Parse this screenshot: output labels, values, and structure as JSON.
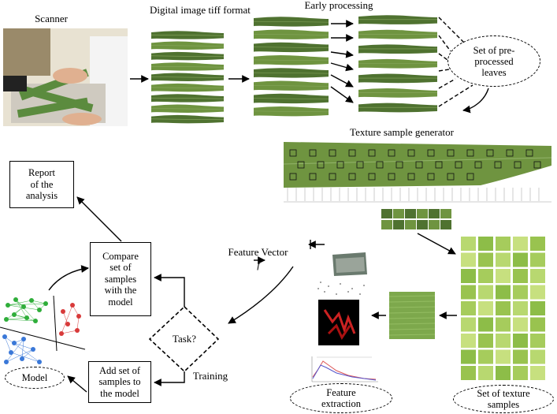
{
  "labels": {
    "scanner": "Scanner",
    "digital_image": "Digital image\ntiff format",
    "early_processing": "Early processing",
    "texture_sample_generator": "Texture sample generator",
    "feature_vector": "Feature Vector",
    "feature_vector_symbol": "f",
    "task": "Task?",
    "training": "Training"
  },
  "boxes": {
    "report": "Report\nof the\nanalysis",
    "compare": "Compare\nset of\nsamples\nwith the\nmodel",
    "add": "Add set of\nsamples to\nthe model"
  },
  "ellipses": {
    "preprocessed": "Set of pre-\nprocessed\nleaves",
    "model": "Model",
    "feature_extraction": "Feature\nextraction",
    "texture_samples": "Set of texture\nsamples"
  },
  "colors": {
    "leaf": "#6f9440",
    "leaf_dark": "#4f7230",
    "tile_light": "#b8d870",
    "tile_mid": "#8dbd48",
    "graph_green": "#2fae3a",
    "graph_blue": "#3a78d8",
    "graph_red": "#d83a3a"
  }
}
